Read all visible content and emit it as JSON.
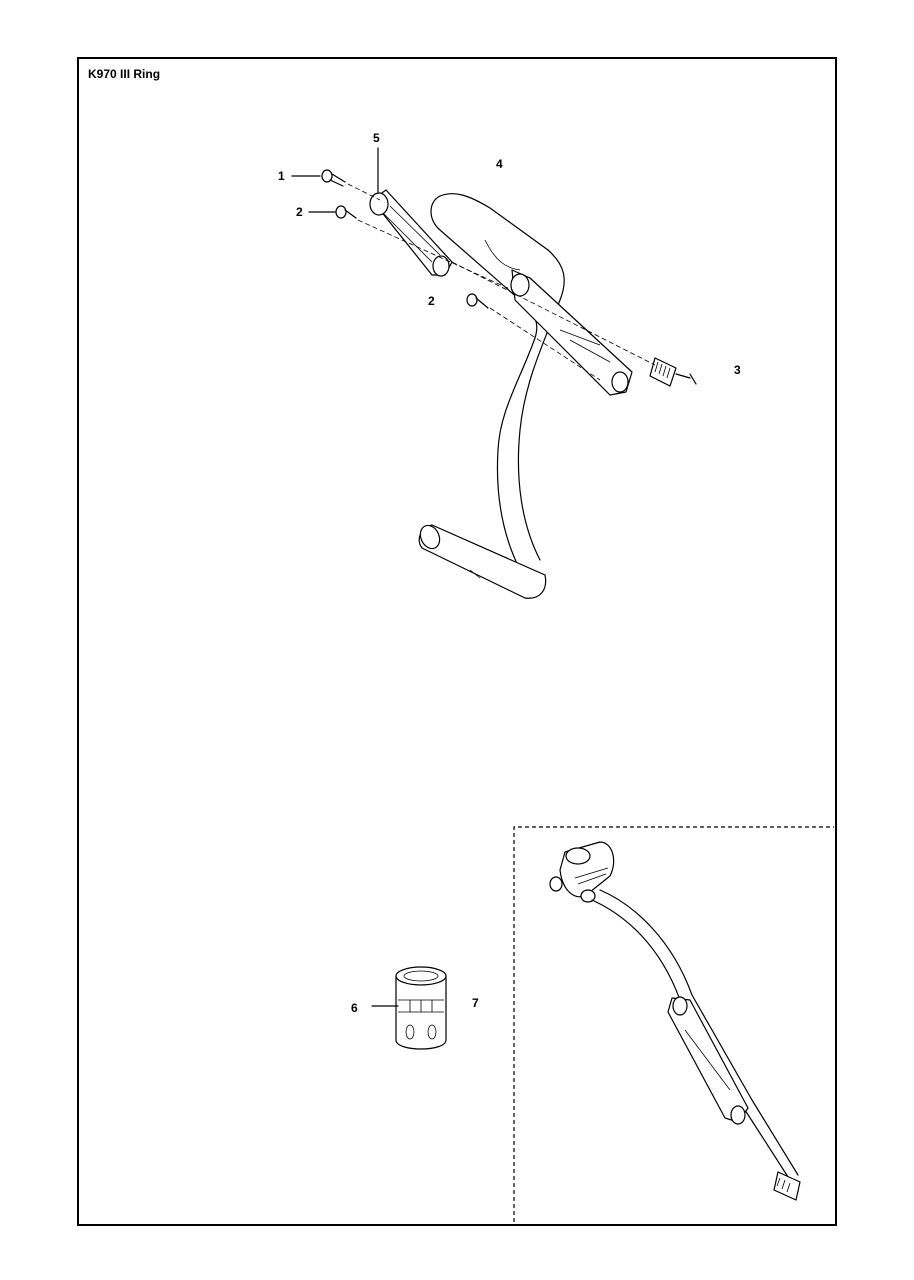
{
  "title": "K970 III Ring",
  "callouts": {
    "c1": "1",
    "c2a": "2",
    "c2b": "2",
    "c3": "3",
    "c4": "4",
    "c5": "5",
    "c6": "6",
    "c7": "7"
  }
}
